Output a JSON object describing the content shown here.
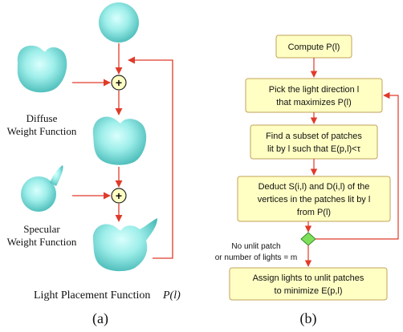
{
  "panel_a": {
    "label": "(a)",
    "diffuse_label_line1": "Diffuse",
    "diffuse_label_line2": "Weight Function",
    "specular_label_line1": "Specular",
    "specular_label_line2": "Weight Function",
    "light_placement_label": "Light Placement Function",
    "light_placement_symbol": "P(l)",
    "plus_symbol": "+"
  },
  "panel_b": {
    "label": "(b)",
    "box1_line1": "Compute P(l)",
    "box2_line1": "Pick the light direction l",
    "box2_line2": "that maximizes P(l)",
    "box3_line1": "Find a subset of patches",
    "box3_line2": "lit by l such that E(p,l)<τ",
    "box4_line1": "Deduct S(i,l) and D(i,l) of the",
    "box4_line2": "vertices in the patches lit by l",
    "box4_line3": "from P(l)",
    "decision_line1": "No unlit patch",
    "decision_line2": "or number of lights = m",
    "box5_line1": "Assign lights to unlit patches",
    "box5_line2": "to minimize E(p,l)"
  },
  "colors": {
    "arrow": "#e03a2a",
    "box_fill": "#ffffc4",
    "box_stroke": "#c2a15a",
    "decision_fill": "#7ee05a",
    "shape_fill": "#8fe8e4",
    "shape_shade": "#3fb5b2"
  }
}
